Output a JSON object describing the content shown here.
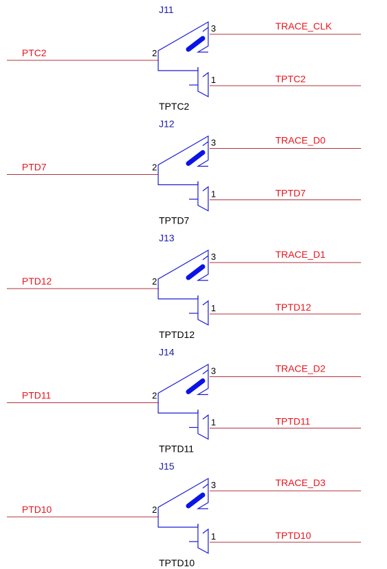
{
  "colors": {
    "wire": "#b0303a",
    "body": "#1a1ad6",
    "jumper": "#0a14e6",
    "net_label": "#e8141c",
    "ref_label": "#1a1aa6",
    "text": "#000000"
  },
  "jumpers": [
    {
      "ref": "J11",
      "value": "TPTC2",
      "net_left": "PTC2",
      "net_top": "TRACE_CLK",
      "net_bottom": "TPTC2",
      "pin_left": "2",
      "pin_top": "3",
      "pin_bottom": "1"
    },
    {
      "ref": "J12",
      "value": "TPTD7",
      "net_left": "PTD7",
      "net_top": "TRACE_D0",
      "net_bottom": "TPTD7",
      "pin_left": "2",
      "pin_top": "3",
      "pin_bottom": "1"
    },
    {
      "ref": "J13",
      "value": "TPTD12",
      "net_left": "PTD12",
      "net_top": "TRACE_D1",
      "net_bottom": "TPTD12",
      "pin_left": "2",
      "pin_top": "3",
      "pin_bottom": "1"
    },
    {
      "ref": "J14",
      "value": "TPTD11",
      "net_left": "PTD11",
      "net_top": "TRACE_D2",
      "net_bottom": "TPTD11",
      "pin_left": "2",
      "pin_top": "3",
      "pin_bottom": "1"
    },
    {
      "ref": "J15",
      "value": "TPTD10",
      "net_left": "PTD10",
      "net_top": "TRACE_D3",
      "net_bottom": "TPTD10",
      "pin_left": "2",
      "pin_top": "3",
      "pin_bottom": "1"
    }
  ]
}
